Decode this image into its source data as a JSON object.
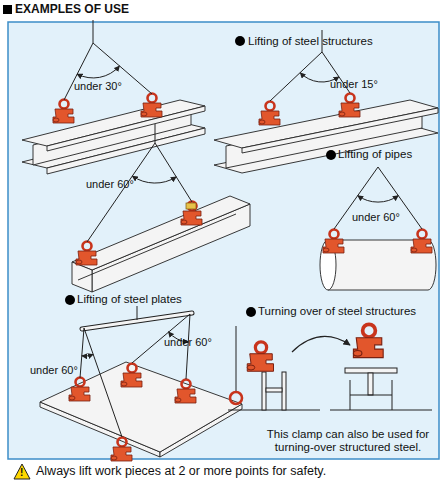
{
  "diagram": {
    "title": "EXAMPLES OF USE",
    "caption": "Always lift work pieces at 2 or more points for safety.",
    "labels": [
      "under 30°",
      "Lifting of steel structures",
      "under 15°",
      "under 60°",
      "Lifting of pipes",
      "under 60°",
      "Lifting of steel plates",
      "under 60°",
      "under 60°",
      "Turning over of steel structures",
      "This clamp can also be used for turning-over structured steel.",
      "!"
    ]
  }
}
